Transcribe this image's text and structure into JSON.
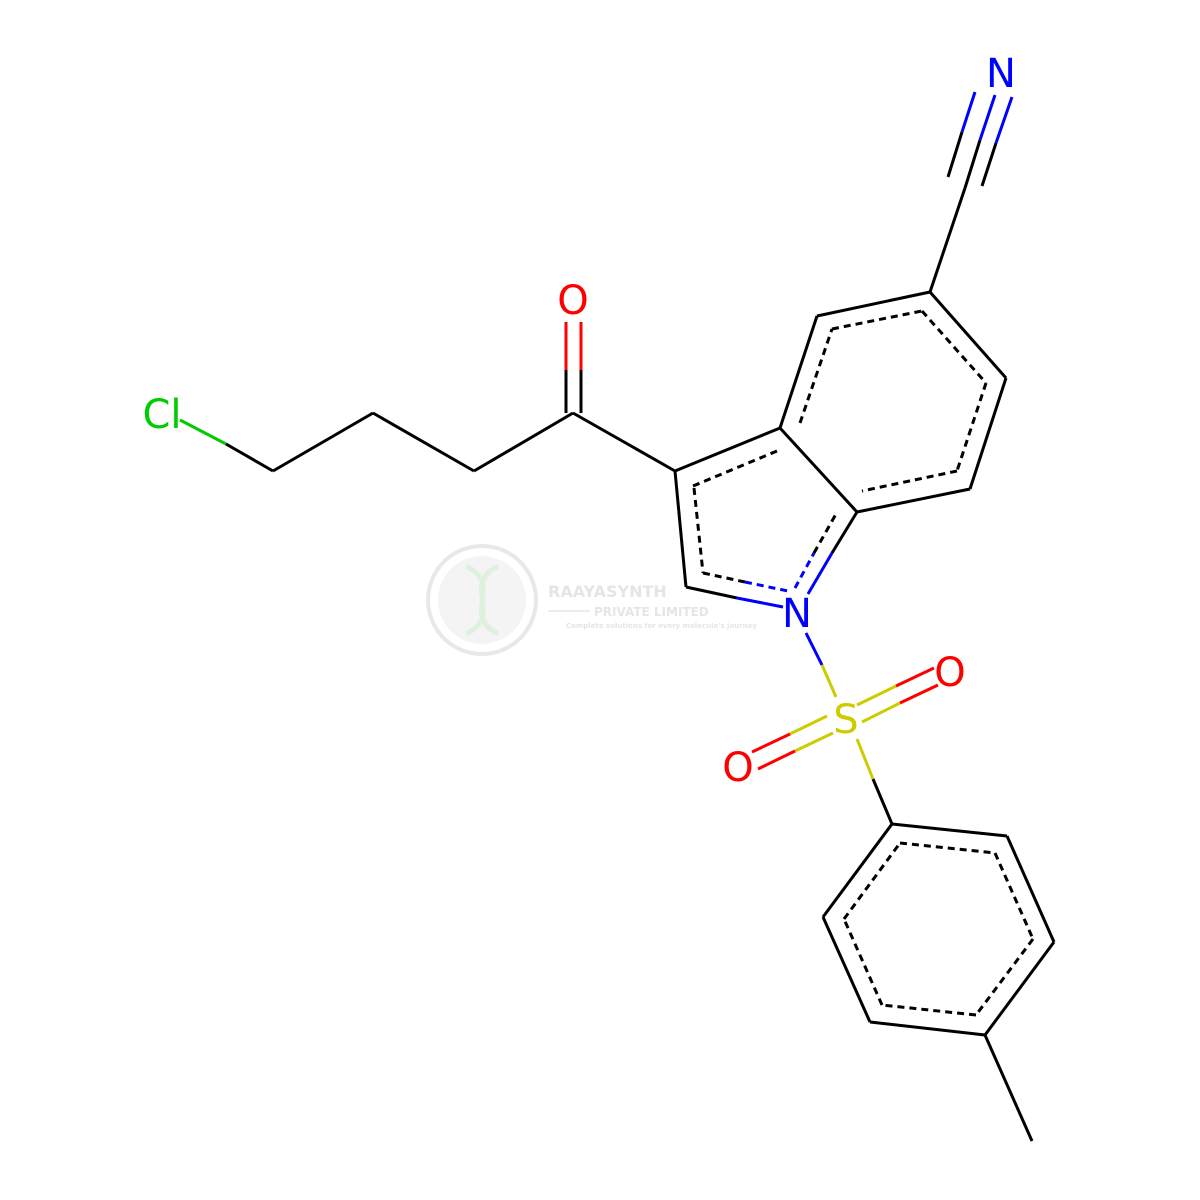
{
  "atoms": {
    "cl": "Cl",
    "o_carbonyl": "O",
    "n_indole": "N",
    "n_nitrile": "N",
    "s": "S",
    "o_sulfonyl_1": "O",
    "o_sulfonyl_2": "O"
  },
  "colors": {
    "carbon": "#000000",
    "nitrogen": "#0000ff",
    "oxygen": "#ff0000",
    "sulfur": "#cccc00",
    "chlorine": "#00cc00"
  },
  "watermark": {
    "company": "RAAYASYNTH",
    "subtitle": "PRIVATE LIMITED",
    "tagline": "Complete solutions for every molecule's journey"
  }
}
